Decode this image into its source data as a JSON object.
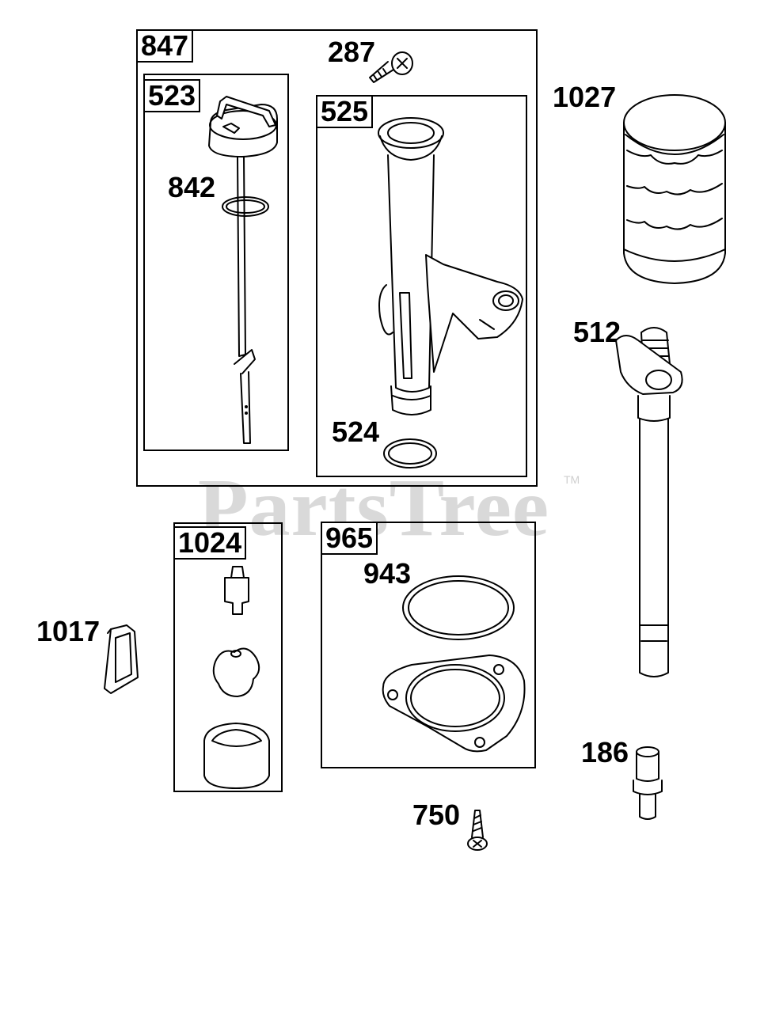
{
  "watermark": {
    "text": "PartsTree",
    "tm": "TM"
  },
  "groups": {
    "g847": "847",
    "g523": "523",
    "g525": "525",
    "g1024": "1024",
    "g965": "965"
  },
  "parts": {
    "p287": "287",
    "p1027": "1027",
    "p842": "842",
    "p524": "524",
    "p512": "512",
    "p943": "943",
    "p1017": "1017",
    "p186": "186",
    "p750": "750"
  }
}
